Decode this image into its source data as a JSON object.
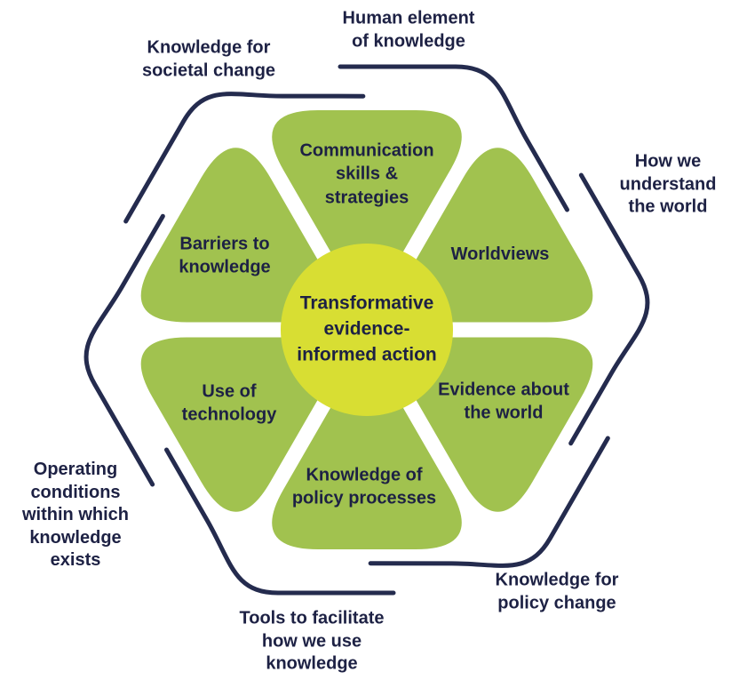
{
  "diagram": {
    "center": {
      "lines": [
        "Transformative",
        "evidence-",
        "informed action"
      ]
    },
    "petals": [
      {
        "id": "communication",
        "lines": [
          "Communication",
          "skills &",
          "strategies"
        ]
      },
      {
        "id": "worldviews",
        "lines": [
          "Worldviews"
        ]
      },
      {
        "id": "evidence",
        "lines": [
          "Evidence about",
          "the world"
        ]
      },
      {
        "id": "policy-processes",
        "lines": [
          "Knowledge of",
          "policy processes"
        ]
      },
      {
        "id": "technology",
        "lines": [
          "Use of",
          "technology"
        ]
      },
      {
        "id": "barriers",
        "lines": [
          "Barriers to",
          "knowledge"
        ]
      }
    ],
    "outer_labels": [
      {
        "id": "human-element",
        "lines": [
          "Human element",
          "of knowledge"
        ]
      },
      {
        "id": "understand-world",
        "lines": [
          "How we",
          "understand",
          "the world"
        ]
      },
      {
        "id": "policy-change",
        "lines": [
          "Knowledge for",
          "policy change"
        ]
      },
      {
        "id": "tools",
        "lines": [
          "Tools to facilitate",
          "how we use",
          "knowledge"
        ]
      },
      {
        "id": "operating",
        "lines": [
          "Operating",
          "conditions",
          "within which",
          "knowledge",
          "exists"
        ]
      },
      {
        "id": "societal-change",
        "lines": [
          "Knowledge for",
          "societal change"
        ]
      }
    ],
    "colors": {
      "petal": "#a1c24f",
      "center": "#d8de33",
      "text": "#1d2144",
      "arc": "#242b4e"
    }
  }
}
